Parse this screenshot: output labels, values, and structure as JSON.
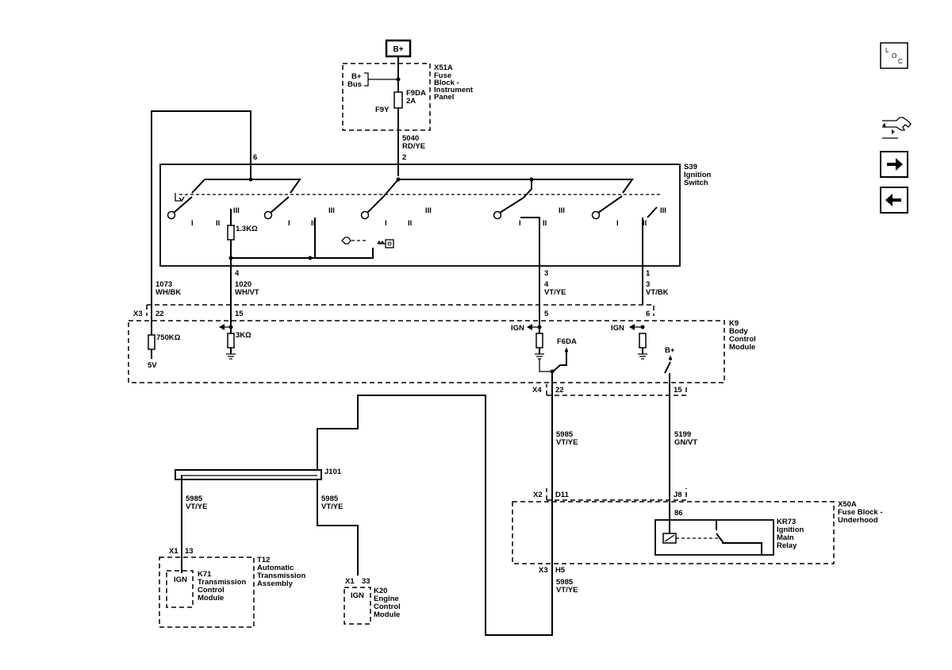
{
  "power_source": "B+",
  "nav": {
    "loc_letters": [
      "L",
      "O",
      "C"
    ]
  },
  "fuse_block_ip": {
    "connector": "X51A",
    "name_lines": [
      "Fuse",
      "Block -",
      "Instrument",
      "Panel"
    ],
    "bplus_bus": [
      "B+",
      "Bus"
    ],
    "fuse_name": "F9DA",
    "fuse_rating": "2A",
    "fuse_id": "F9Y"
  },
  "ignition_switch": {
    "id": "S39",
    "name_lines": [
      "Ignition",
      "Switch"
    ],
    "pin_top_6": "6",
    "pin_top_2": "2",
    "resistor": "1.3KΩ",
    "pos_I": "I",
    "pos_II": "II",
    "pos_III": "III",
    "pins_bottom": [
      "4",
      "3",
      "1"
    ]
  },
  "wires": {
    "w5040": {
      "circuit": "5040",
      "color": "RD/YE"
    },
    "w1073": {
      "circuit": "1073",
      "color": "WH/BK"
    },
    "w1020": {
      "circuit": "1020",
      "color": "WH/VT"
    },
    "w4vt": {
      "pin": "4",
      "color": "VT/YE"
    },
    "w3vt": {
      "pin": "3",
      "color": "VT/BK"
    },
    "w5985": {
      "circuit": "5985",
      "color": "VT/YE"
    },
    "w5199": {
      "circuit": "5199",
      "color": "GN/VT"
    }
  },
  "bcm": {
    "id": "K9",
    "name_lines": [
      "Body",
      "Control",
      "Module"
    ],
    "connector_x3": "X3",
    "connector_x4": "X4",
    "pins_x3": [
      "22",
      "15",
      "5",
      "6"
    ],
    "pin_x4_22": "22",
    "pin_x4_15": "15",
    "r750": "750KΩ",
    "r3k": "3KΩ",
    "v5": "5V",
    "ign1": "IGN",
    "ign2": "IGN",
    "fuse": "F6DA",
    "bplus": "B+"
  },
  "splice": {
    "id": "J101"
  },
  "tcm": {
    "connector": "X1",
    "pin": "13",
    "id": "K71",
    "name_lines": [
      "Transmission",
      "Control",
      "Module"
    ],
    "assembly_id": "T12",
    "assembly_lines": [
      "Automatic",
      "Transmission",
      "Assembly"
    ],
    "ign": "IGN"
  },
  "ecm": {
    "connector": "X1",
    "pin": "33",
    "id": "K20",
    "name_lines": [
      "Engine",
      "Control",
      "Module"
    ],
    "ign": "IGN"
  },
  "fuse_block_uh": {
    "id": "X50A",
    "name_lines": [
      "Fuse Block -",
      "Underhood"
    ],
    "connector_x2": "X2",
    "pin_d11": "D11",
    "pin_j8": "J8",
    "connector_x3": "X3",
    "pin_h5": "H5",
    "relay_pin": "86",
    "relay_id": "KR73",
    "relay_lines": [
      "Ignition",
      "Main",
      "Relay"
    ]
  }
}
